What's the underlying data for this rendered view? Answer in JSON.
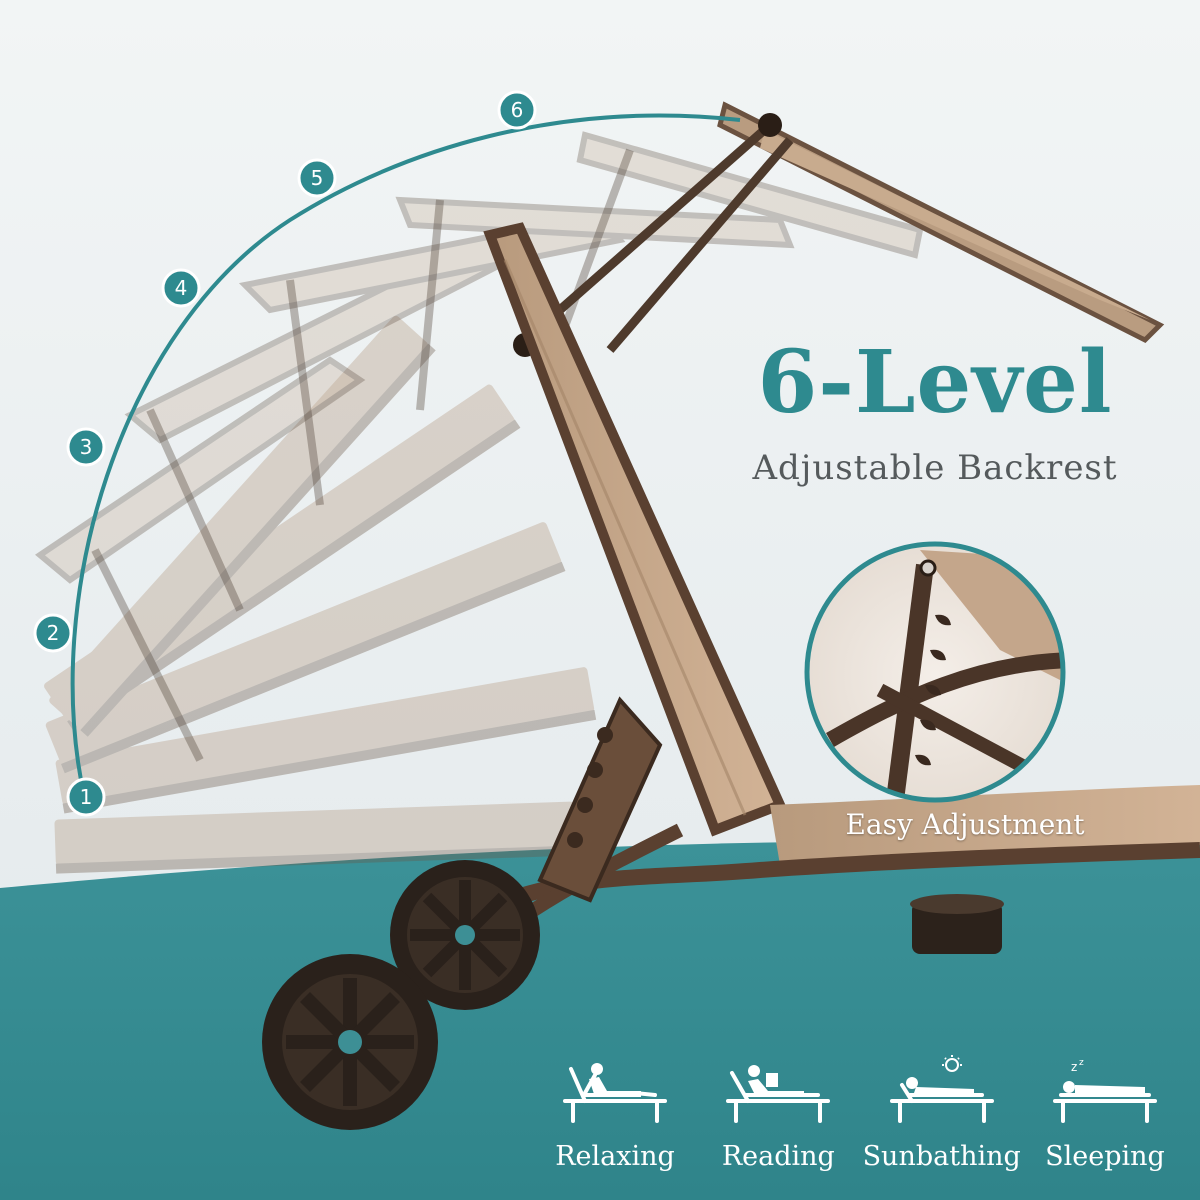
{
  "headline": {
    "title": "6-Level",
    "subtitle": "Adjustable Backrest"
  },
  "inset": {
    "label": "Easy Adjustment"
  },
  "levels": [
    "1",
    "2",
    "3",
    "4",
    "5",
    "6"
  ],
  "modes": [
    {
      "label": "Relaxing",
      "icon": "relaxing-icon"
    },
    {
      "label": "Reading",
      "icon": "reading-icon"
    },
    {
      "label": "Sunbathing",
      "icon": "sunbathing-icon"
    },
    {
      "label": "Sleeping",
      "icon": "sleeping-icon"
    }
  ],
  "colors": {
    "accent": "#2e8a8f",
    "floor": "#3a8f95",
    "fabric": "#c9a98a",
    "frame": "#5a4030",
    "background": "#eef2f3"
  }
}
